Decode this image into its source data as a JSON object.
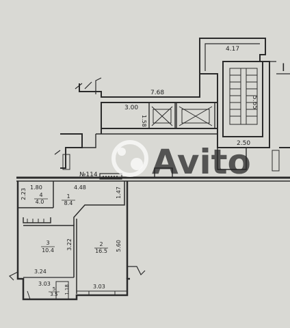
{
  "plan": {
    "apartment_number": "№114",
    "corridor_width": "4.48",
    "core_dims": {
      "top_width": "4.17",
      "corridor_length": "7.68",
      "lobby_width": "3.00",
      "small_depth": "1.58",
      "stair_height": "5.65",
      "stair_width": "2.50"
    },
    "rooms": [
      {
        "number": "4",
        "area": "4.0",
        "width": "1.80",
        "depth": "2.23"
      },
      {
        "number": "1",
        "area": "8.4",
        "width": "",
        "depth": "1.47"
      },
      {
        "number": "3",
        "area": "10.4",
        "width": "3.24",
        "depth": "3.22"
      },
      {
        "number": "2",
        "area": "16.5",
        "width": "3.03",
        "depth": "5.60"
      },
      {
        "number": "5",
        "area": "3.5",
        "width": "3.03",
        "depth": "1.18"
      }
    ],
    "watermark": "Avito",
    "edge_fragment": "I"
  },
  "colors": {
    "paper": "#d9d9d4",
    "ink": "#2a2a2a",
    "watermark": "#ffffff"
  }
}
